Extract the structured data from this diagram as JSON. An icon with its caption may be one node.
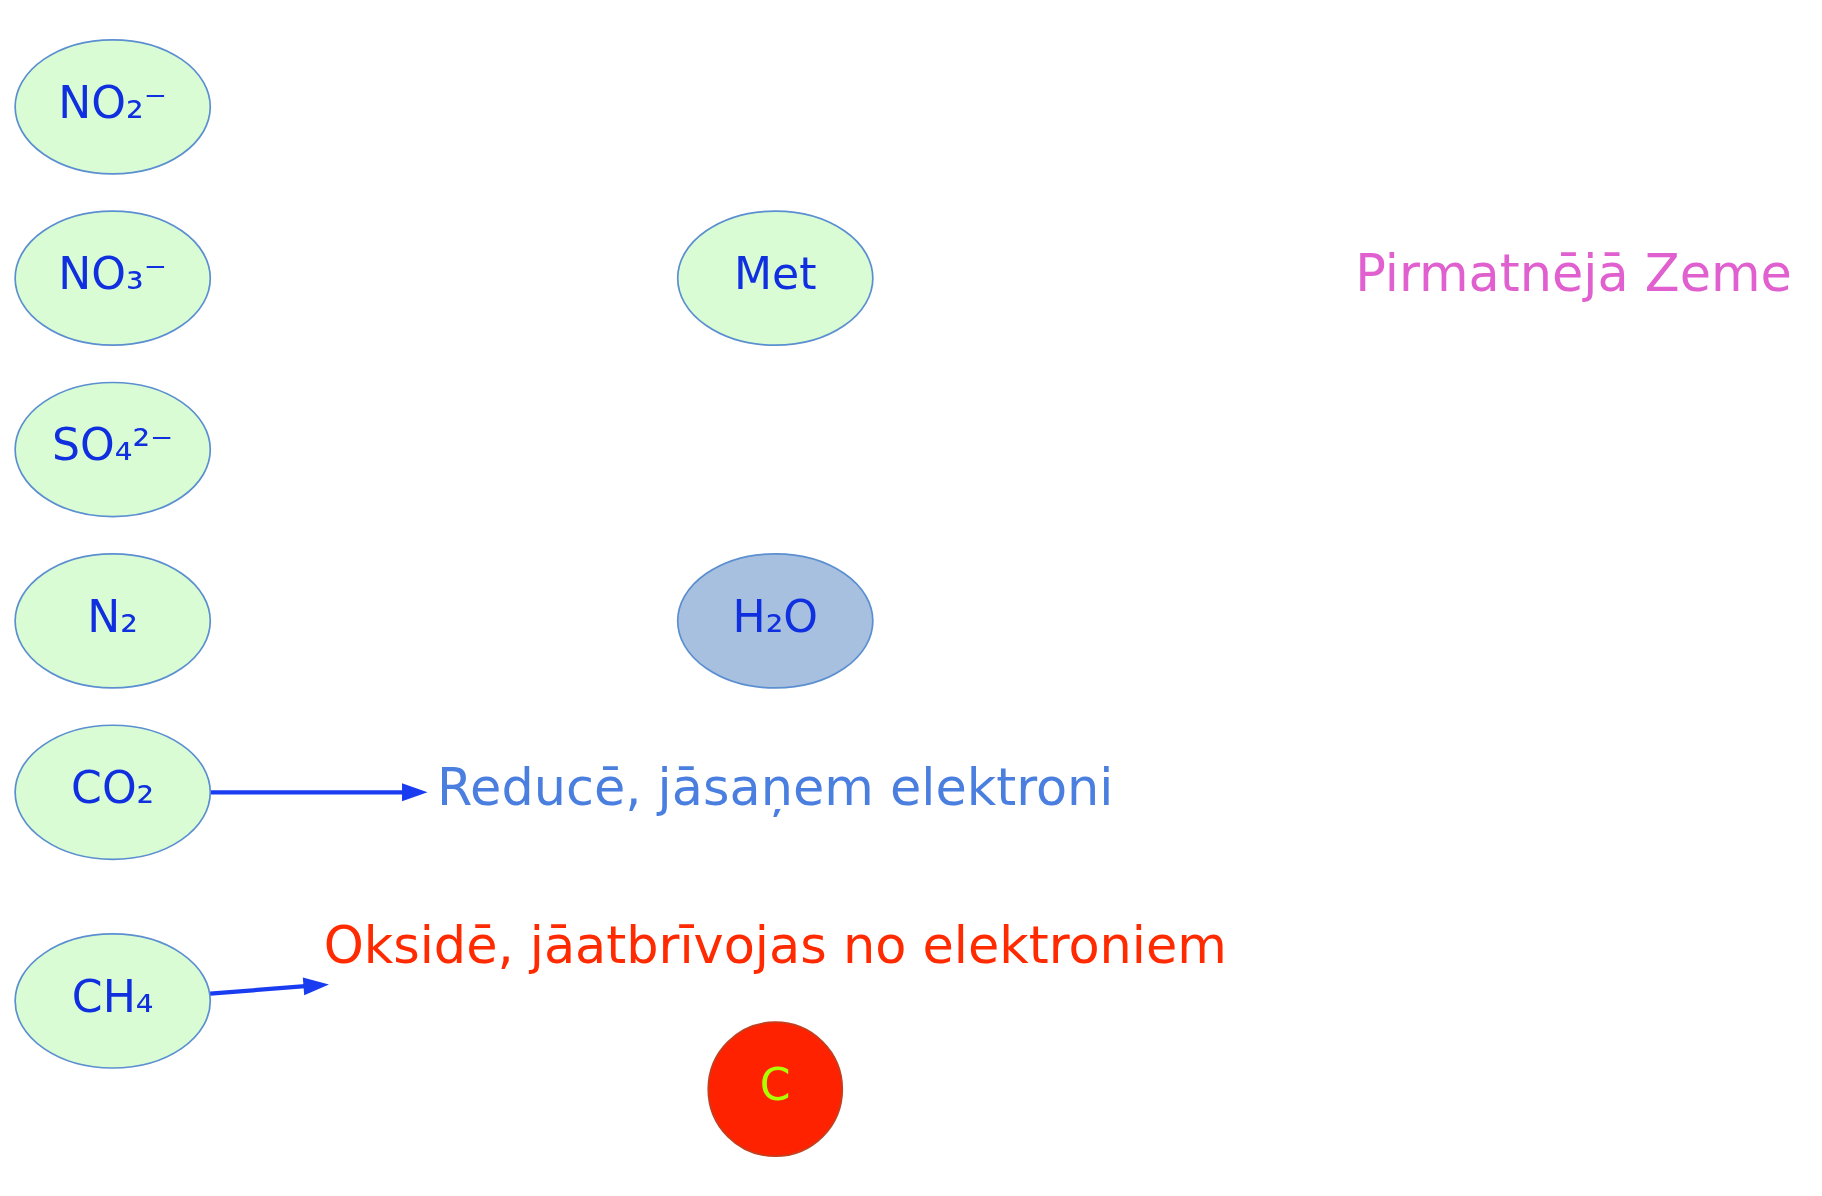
{
  "diagram": {
    "nodes": [
      {
        "text": [
          "CH₄"
        ]
      },
      {
        "text": [
          "Oksidē, jāatbrīvojas no elektroniem"
        ]
      },
      {
        "text": [
          "C"
        ]
      },
      {
        "text": [
          "CO₂"
        ]
      },
      {
        "text": [
          "Reducē, jāsaņem elektroni"
        ]
      },
      {
        "text": [
          "N₂"
        ]
      },
      {
        "text": [
          "H₂O"
        ]
      },
      {
        "text": [
          "SO₄²⁻"
        ]
      },
      {
        "text": [
          "NO₃⁻"
        ]
      },
      {
        "text": [
          "Met"
        ]
      },
      {
        "text": [
          "NO₂⁻"
        ]
      }
    ],
    "edges": [
      {
        "from": 0,
        "to": 1,
        "arrow": "to"
      },
      {
        "from": 3,
        "to": 4,
        "arrow": "to"
      }
    ],
    "labels": [
      "Pirmatnējā Zeme"
    ]
  }
}
